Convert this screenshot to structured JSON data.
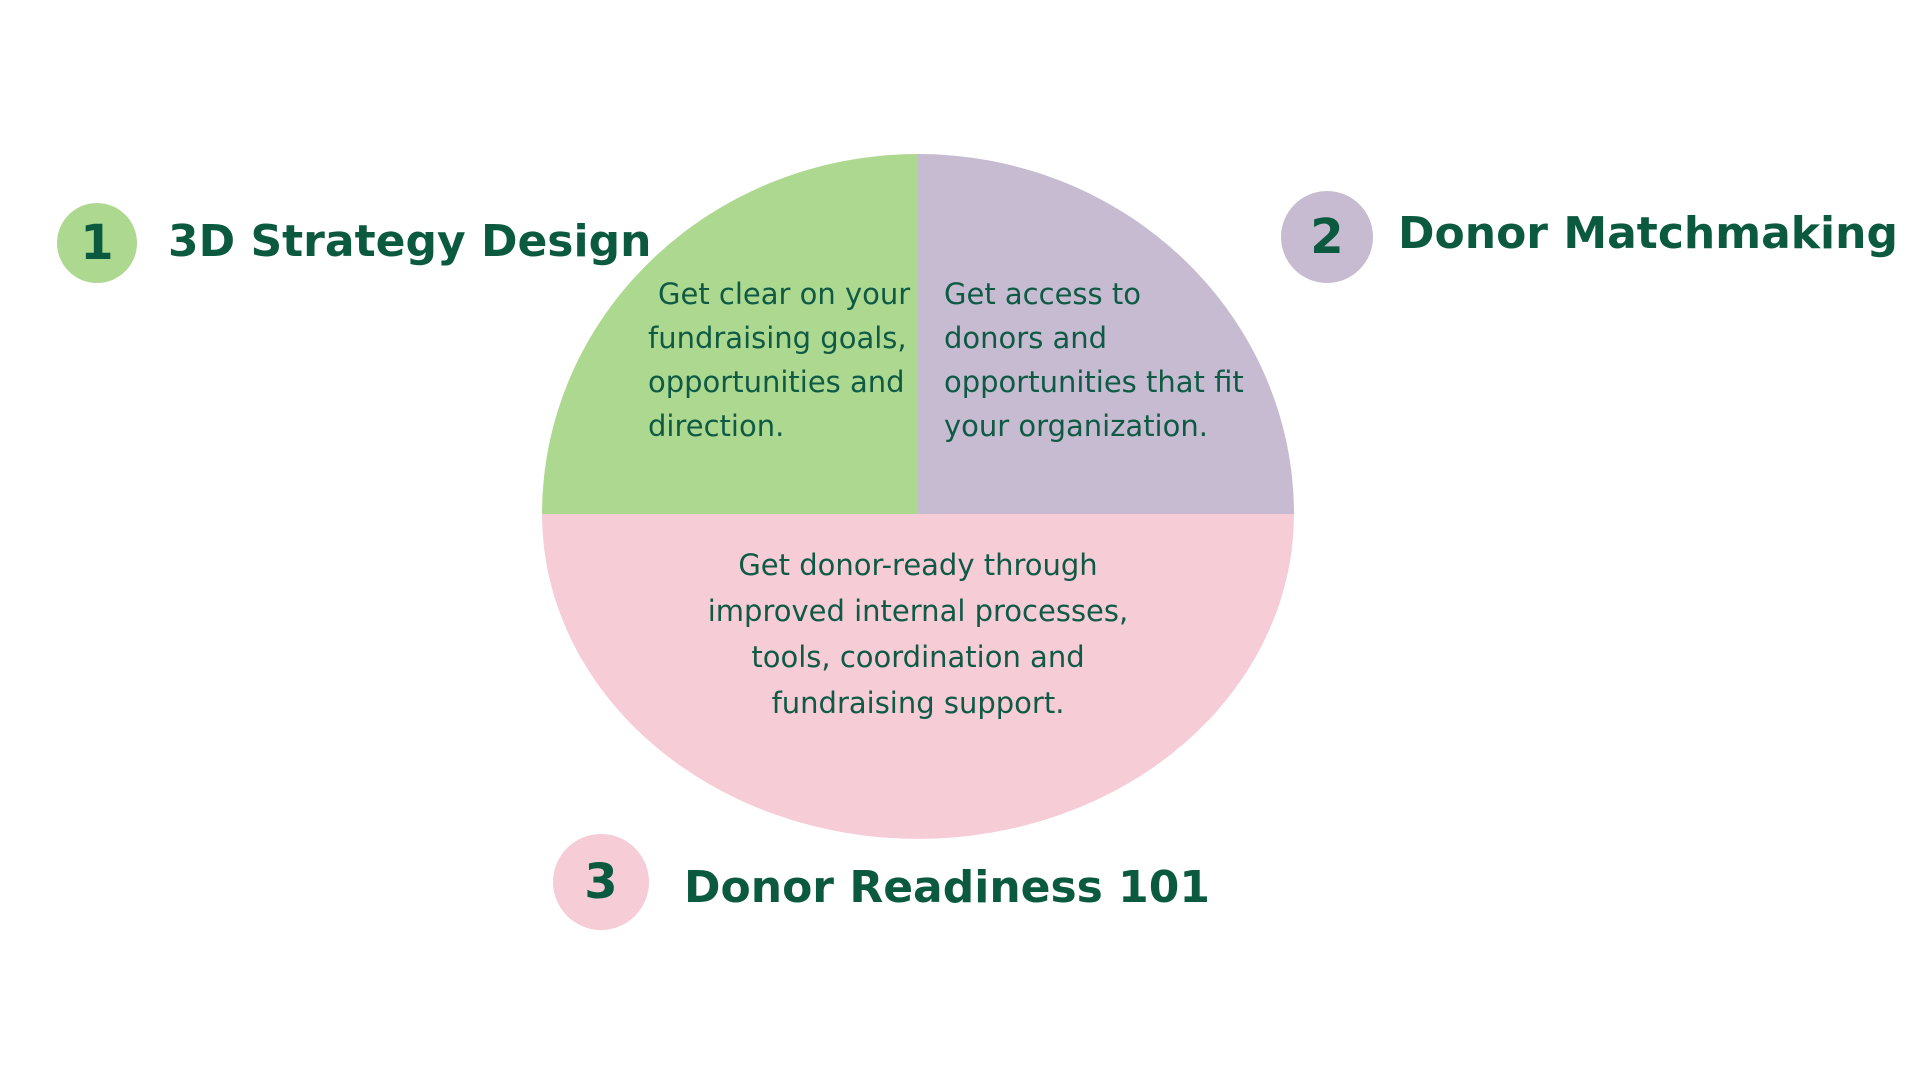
{
  "colors": {
    "green": "#add88f",
    "purple": "#c6bbd1",
    "pink": "#f6ccd6",
    "text": "#0b5a40"
  },
  "steps": [
    {
      "number": "1",
      "title": "3D Strategy Design",
      "color": "#add88f",
      "lines": [
        "Get clear on your",
        "fundraising goals,",
        "opportunities and",
        "direction."
      ]
    },
    {
      "number": "2",
      "title": "Donor Matchmaking",
      "color": "#c6bbd1",
      "lines": [
        "Get access to",
        "donors and",
        "opportunities that fit",
        "your organization."
      ]
    },
    {
      "number": "3",
      "title": "Donor Readiness 101",
      "color": "#f6ccd6",
      "lines": [
        "Get donor-ready through",
        "improved internal processes,",
        "tools, coordination and",
        "fundraising support."
      ]
    }
  ]
}
